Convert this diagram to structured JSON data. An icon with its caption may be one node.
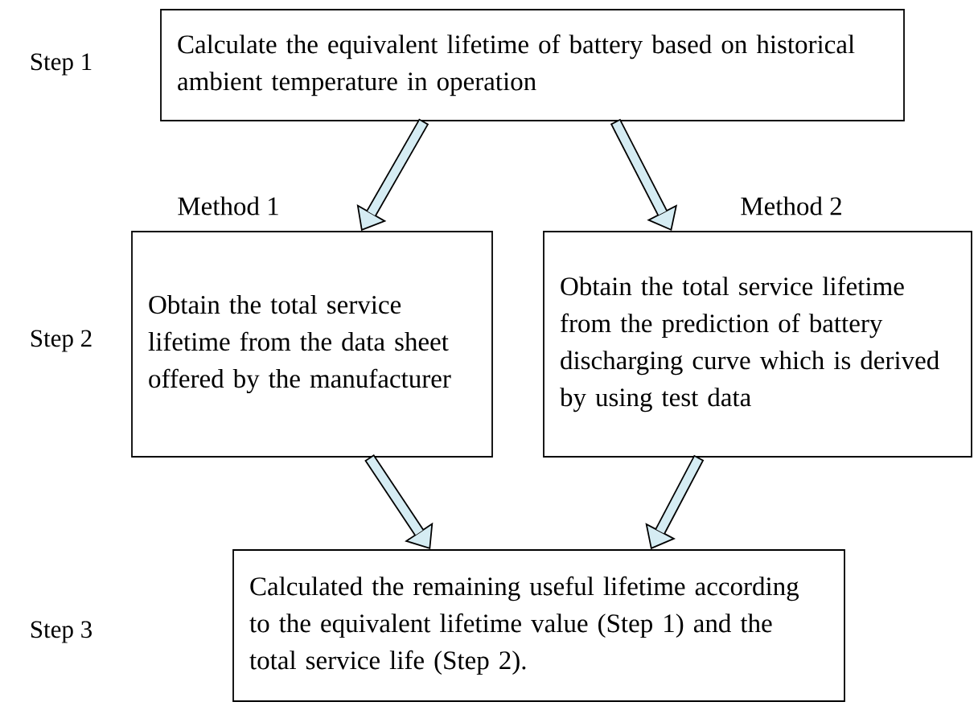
{
  "diagram": {
    "nodes": [
      {
        "text": [
          "Calculate the equivalent lifetime of battery based on historical ambient temperature in operation"
        ]
      },
      {
        "text": [
          "Obtain the total service lifetime from the data sheet offered by the manufacturer"
        ],
        "beside": [
          "Method 1"
        ]
      },
      {
        "text": [
          "Obtain the total service lifetime from the prediction of battery discharging curve which is derived by using test data"
        ],
        "beside": [
          "Method 2"
        ]
      },
      {
        "text": [
          "Calculated the remaining useful lifetime according to the equivalent lifetime value (Step 1) and the total service life (Step 2)."
        ]
      }
    ],
    "edges": [
      {
        "from": 0,
        "to": 1,
        "arrow": "to"
      },
      {
        "from": 0,
        "to": 2,
        "arrow": "to"
      },
      {
        "from": 1,
        "to": 3,
        "arrow": "to"
      },
      {
        "from": 2,
        "to": 3,
        "arrow": "to"
      }
    ],
    "labels": [
      "Step 1",
      "Step 2",
      "Step 3"
    ]
  }
}
